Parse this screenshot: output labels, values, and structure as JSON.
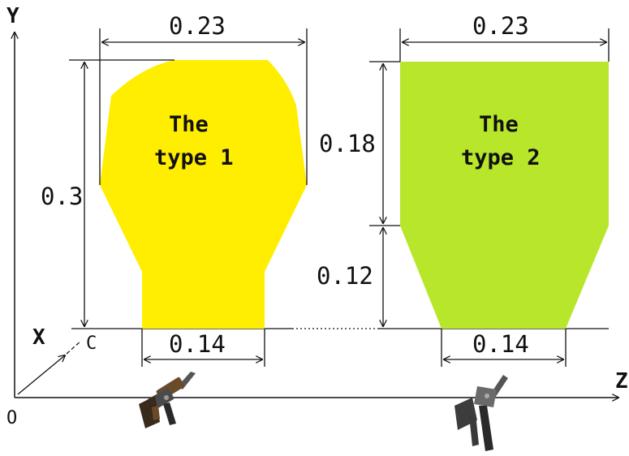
{
  "axes": {
    "y_label": "Y",
    "z_label": "Z",
    "x_label": "X",
    "origin_label": "O",
    "c_label": "C"
  },
  "type1": {
    "title_line1": "The",
    "title_line2": "type 1",
    "top_width": "0.23",
    "height": "0.3",
    "bottom_width": "0.14"
  },
  "type2": {
    "title_line1": "The",
    "title_line2": "type 2",
    "top_width": "0.23",
    "upper_height": "0.18",
    "lower_height": "0.12",
    "bottom_width": "0.14"
  },
  "colors": {
    "type1_fill": "#ffee00",
    "type2_fill": "#b8e62a",
    "line": "#111111"
  },
  "icons": [
    "rifle-icon",
    "rifle-icon"
  ]
}
